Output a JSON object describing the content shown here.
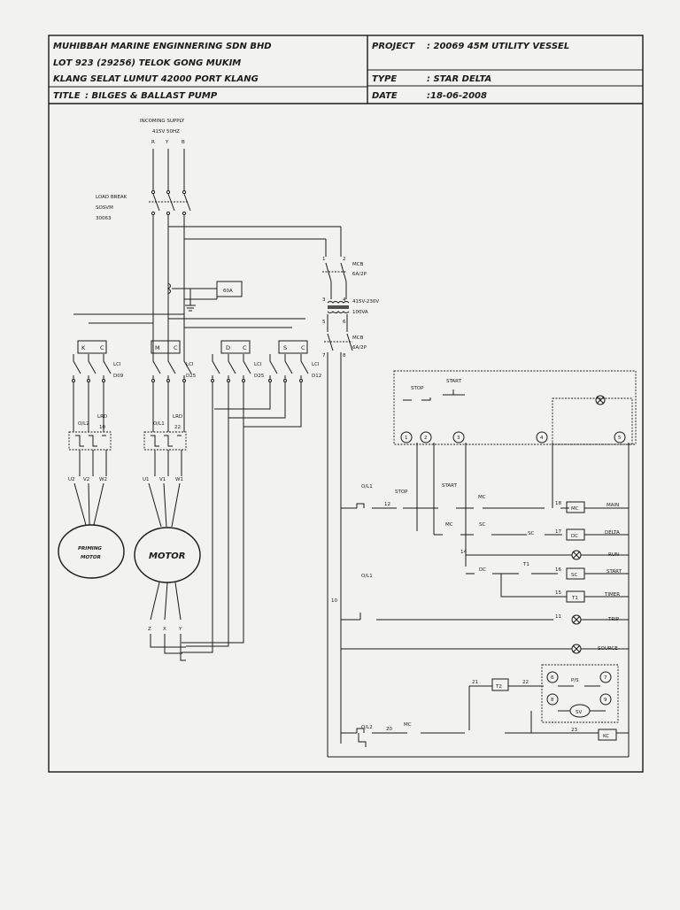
{
  "title_block": {
    "company": "MUHIBBAH MARINE ENGINNERING SDN BHD",
    "address_line1": "LOT 923 (29256) TELOK GONG MUKIM",
    "address_line2": "KLANG SELAT LUMUT 42000 PORT KLANG",
    "title_label": "TITLE",
    "title_value": ": BILGES & BALLAST PUMP",
    "project_label": "PROJECT",
    "project_value": ": 20069 45M UTILITY VESSEL",
    "type_label": "TYPE",
    "type_value": ": STAR DELTA",
    "date_label": "DATE",
    "date_value": ":18-06-2008"
  },
  "power": {
    "incoming": "INCOMING SUPPLY",
    "voltage": "415V 50HZ",
    "r": "R",
    "y": "Y",
    "b": "B",
    "load_break_1": "LOAD BREAK",
    "load_break_2": "SOSVM",
    "load_break_3": "30063",
    "fuse": "60A",
    "mcb_1": "MCB",
    "mcb_1_rating": "6A/2P",
    "transformer_1": "415V-230V",
    "transformer_2": "100VA",
    "mcb_2": "MCB",
    "mcb_2_rating": "6A/2P",
    "terminals": [
      "1",
      "2",
      "3",
      "4",
      "5",
      "6",
      "7",
      "8"
    ]
  },
  "contactors": {
    "group1": [
      "K",
      "C"
    ],
    "group2": [
      "M",
      "C"
    ],
    "group3": [
      "D",
      "C"
    ],
    "group4": [
      "S",
      "C"
    ],
    "lci_1": "LCI",
    "lci_1_id": "D09",
    "lci_2": "LCI",
    "lci_2_id": "D25",
    "lci_3": "LCI",
    "lci_3_id": "D25",
    "lci_4": "LCI",
    "lci_4_id": "D12"
  },
  "overloads": {
    "ol_1": "O/L2",
    "lrd_1": "LRD",
    "lrd_1_val": "10",
    "ol_2": "O/L1",
    "lrd_2": "LRD",
    "lrd_2_val": "22"
  },
  "motors": {
    "priming_terms": [
      "U2",
      "V2",
      "W2"
    ],
    "priming_label_1": "PRIMING",
    "priming_label_2": "MOTOR",
    "main_terms": [
      "U1",
      "V1",
      "W1"
    ],
    "main_label": "MOTOR",
    "star_terms": [
      "Z",
      "X",
      "Y"
    ]
  },
  "control": {
    "stop_top": "STOP",
    "start_top": "START",
    "terminals": [
      "1",
      "2",
      "3",
      "4",
      "5"
    ],
    "ol1_a": "O/L1",
    "wire_12": "12",
    "stop_2": "STOP",
    "start_2": "START",
    "mc_a": "MC",
    "wire_18": "18",
    "coil_mc": "MC",
    "rung_main": "MAIN",
    "mc_b": "MC",
    "sc_a": "SC",
    "sc_b": "SC",
    "wire_17": "17",
    "coil_dc": "DC",
    "rung_delta": "DELTA",
    "wire_14": "14",
    "rung_run": "RUN",
    "dc_a": "DC",
    "t1_contact": "T1",
    "wire_16": "16",
    "coil_sc": "SC",
    "rung_start": "START",
    "ol1_b": "O/L1",
    "wire_15": "15",
    "coil_t1": "T1",
    "rung_timer": "TIMER",
    "wire_10": "10",
    "wire_11": "11",
    "rung_trip": "TRIP",
    "rung_source": "SOURCE",
    "wire_21": "21",
    "coil_t2": "T2",
    "wire_22": "22",
    "ps_box": [
      "6",
      "7",
      "8",
      "9"
    ],
    "ps_label": "P/S",
    "coil_sv": "SV",
    "ol2": "O/L2",
    "wire_20": "20",
    "mc_c": "MC",
    "wire_23": "23",
    "coil_kc": "KC"
  }
}
